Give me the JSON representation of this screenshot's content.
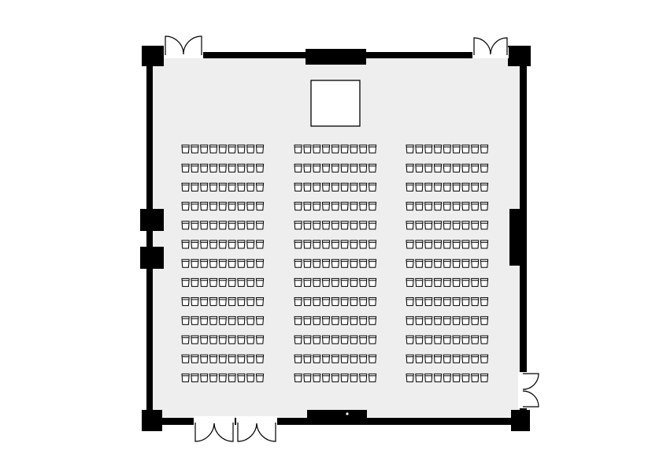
{
  "floor_plan": {
    "layout": "theatre",
    "colors": {
      "wall": "#000000",
      "floor": "#eeeeee",
      "outline": "#000000",
      "background": "#ffffff",
      "chair_fill": "#ffffff"
    },
    "seating": {
      "blocks": 3,
      "rows_per_block": 13,
      "chairs_per_row": 9
    },
    "stage": {
      "present": true
    },
    "doors": [
      {
        "name": "door-top-left",
        "type": "double"
      },
      {
        "name": "door-top-right",
        "type": "double"
      },
      {
        "name": "door-right",
        "type": "double"
      },
      {
        "name": "door-bottom-left",
        "type": "double"
      },
      {
        "name": "door-bottom-right",
        "type": "double"
      }
    ]
  }
}
